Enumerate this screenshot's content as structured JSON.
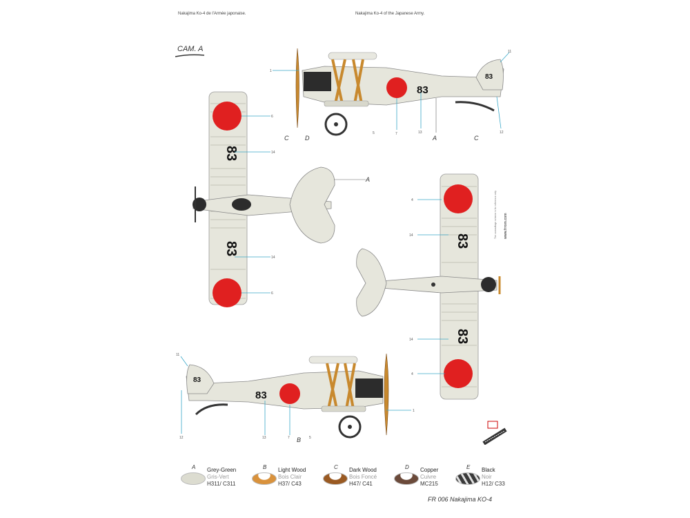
{
  "header": {
    "left": "Nakajima Ko-4 de l'Armée japonaise.",
    "right": "Nakajima Ko-4 of the Japanese Army."
  },
  "camouflage": "CAM. A",
  "registration": "83",
  "side_note": {
    "text": "The camouflage scheme is for reference only",
    "url": "www.frrom.com"
  },
  "callouts": {
    "numbers": [
      "1",
      "4",
      "5",
      "6",
      "7",
      "11",
      "12",
      "13",
      "14"
    ],
    "letters": [
      "A",
      "B",
      "C",
      "D"
    ]
  },
  "legend": [
    {
      "letter": "A",
      "line1": "Grey-Green",
      "line2": "Gris-Vert",
      "line3": "H311/ C311",
      "color": "#dcdcd0",
      "icon": "solid-swatch"
    },
    {
      "letter": "B",
      "line1": "Light Wood",
      "line2": "Bois Clair",
      "line3": "H37/ C43",
      "color": "#d9923c",
      "icon": "light-wood-swatch"
    },
    {
      "letter": "C",
      "line1": "Dark Wood",
      "line2": "Bois Foncé",
      "line3": "H47/ C41",
      "color": "#9a5a22",
      "icon": "dark-wood-swatch"
    },
    {
      "letter": "D",
      "line1": "Copper",
      "line2": "Cuivre",
      "line3": "MC215",
      "color": "#6b4a3a",
      "icon": "copper-swatch"
    },
    {
      "letter": "E",
      "line1": "Black",
      "line2": "Noir",
      "line3": "H12/ C33",
      "color": "#3a3a3a",
      "icon": "black-swatch"
    }
  ],
  "footer": "FR 006 Nakajima KO-4",
  "colors": {
    "fuselage": "#e6e6dc",
    "hinomaru": "#e02020",
    "callout_line": "#3aa8c8",
    "wood_light": "#d9923c",
    "wood_dark": "#9a5a22"
  }
}
